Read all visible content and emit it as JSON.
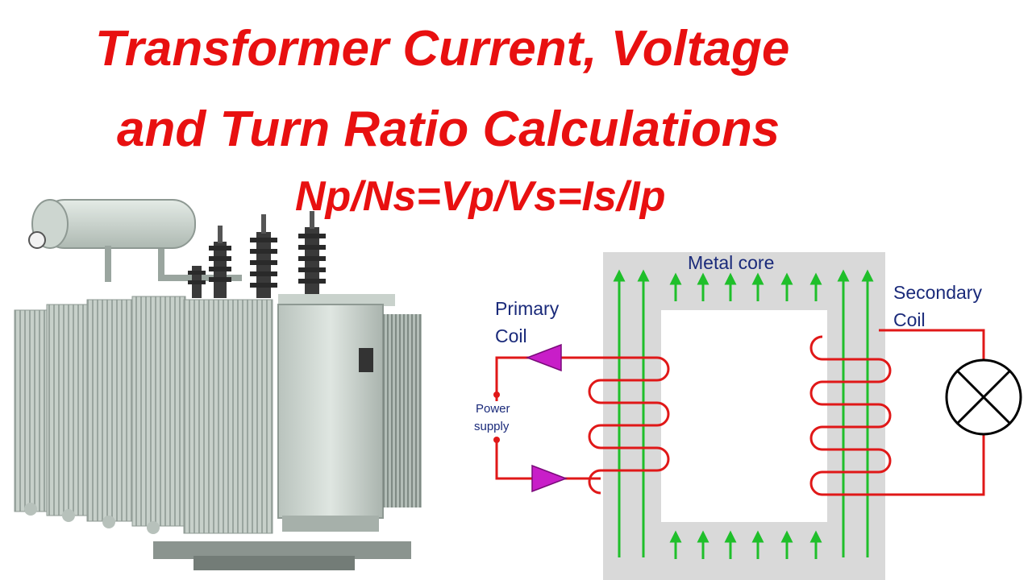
{
  "title": {
    "line1": "Transformer Current, Voltage",
    "line2": "and Turn Ratio Calculations",
    "formula": "Np/Ns=Vp/Vs=Is/Ip"
  },
  "diagram": {
    "core_label": "Metal core",
    "primary_label_1": "Primary",
    "primary_label_2": "Coil",
    "secondary_label_1": "Secondary",
    "secondary_label_2": "Coil",
    "supply_label_1": "Power",
    "supply_label_2": "supply"
  },
  "colors": {
    "title": "#e81010",
    "core": "#d9d9d9",
    "flux_arrows": "#1fbf2a",
    "wire": "#e01818",
    "current_arrow": "#c81ec8",
    "label_text": "#1a2a7a"
  }
}
